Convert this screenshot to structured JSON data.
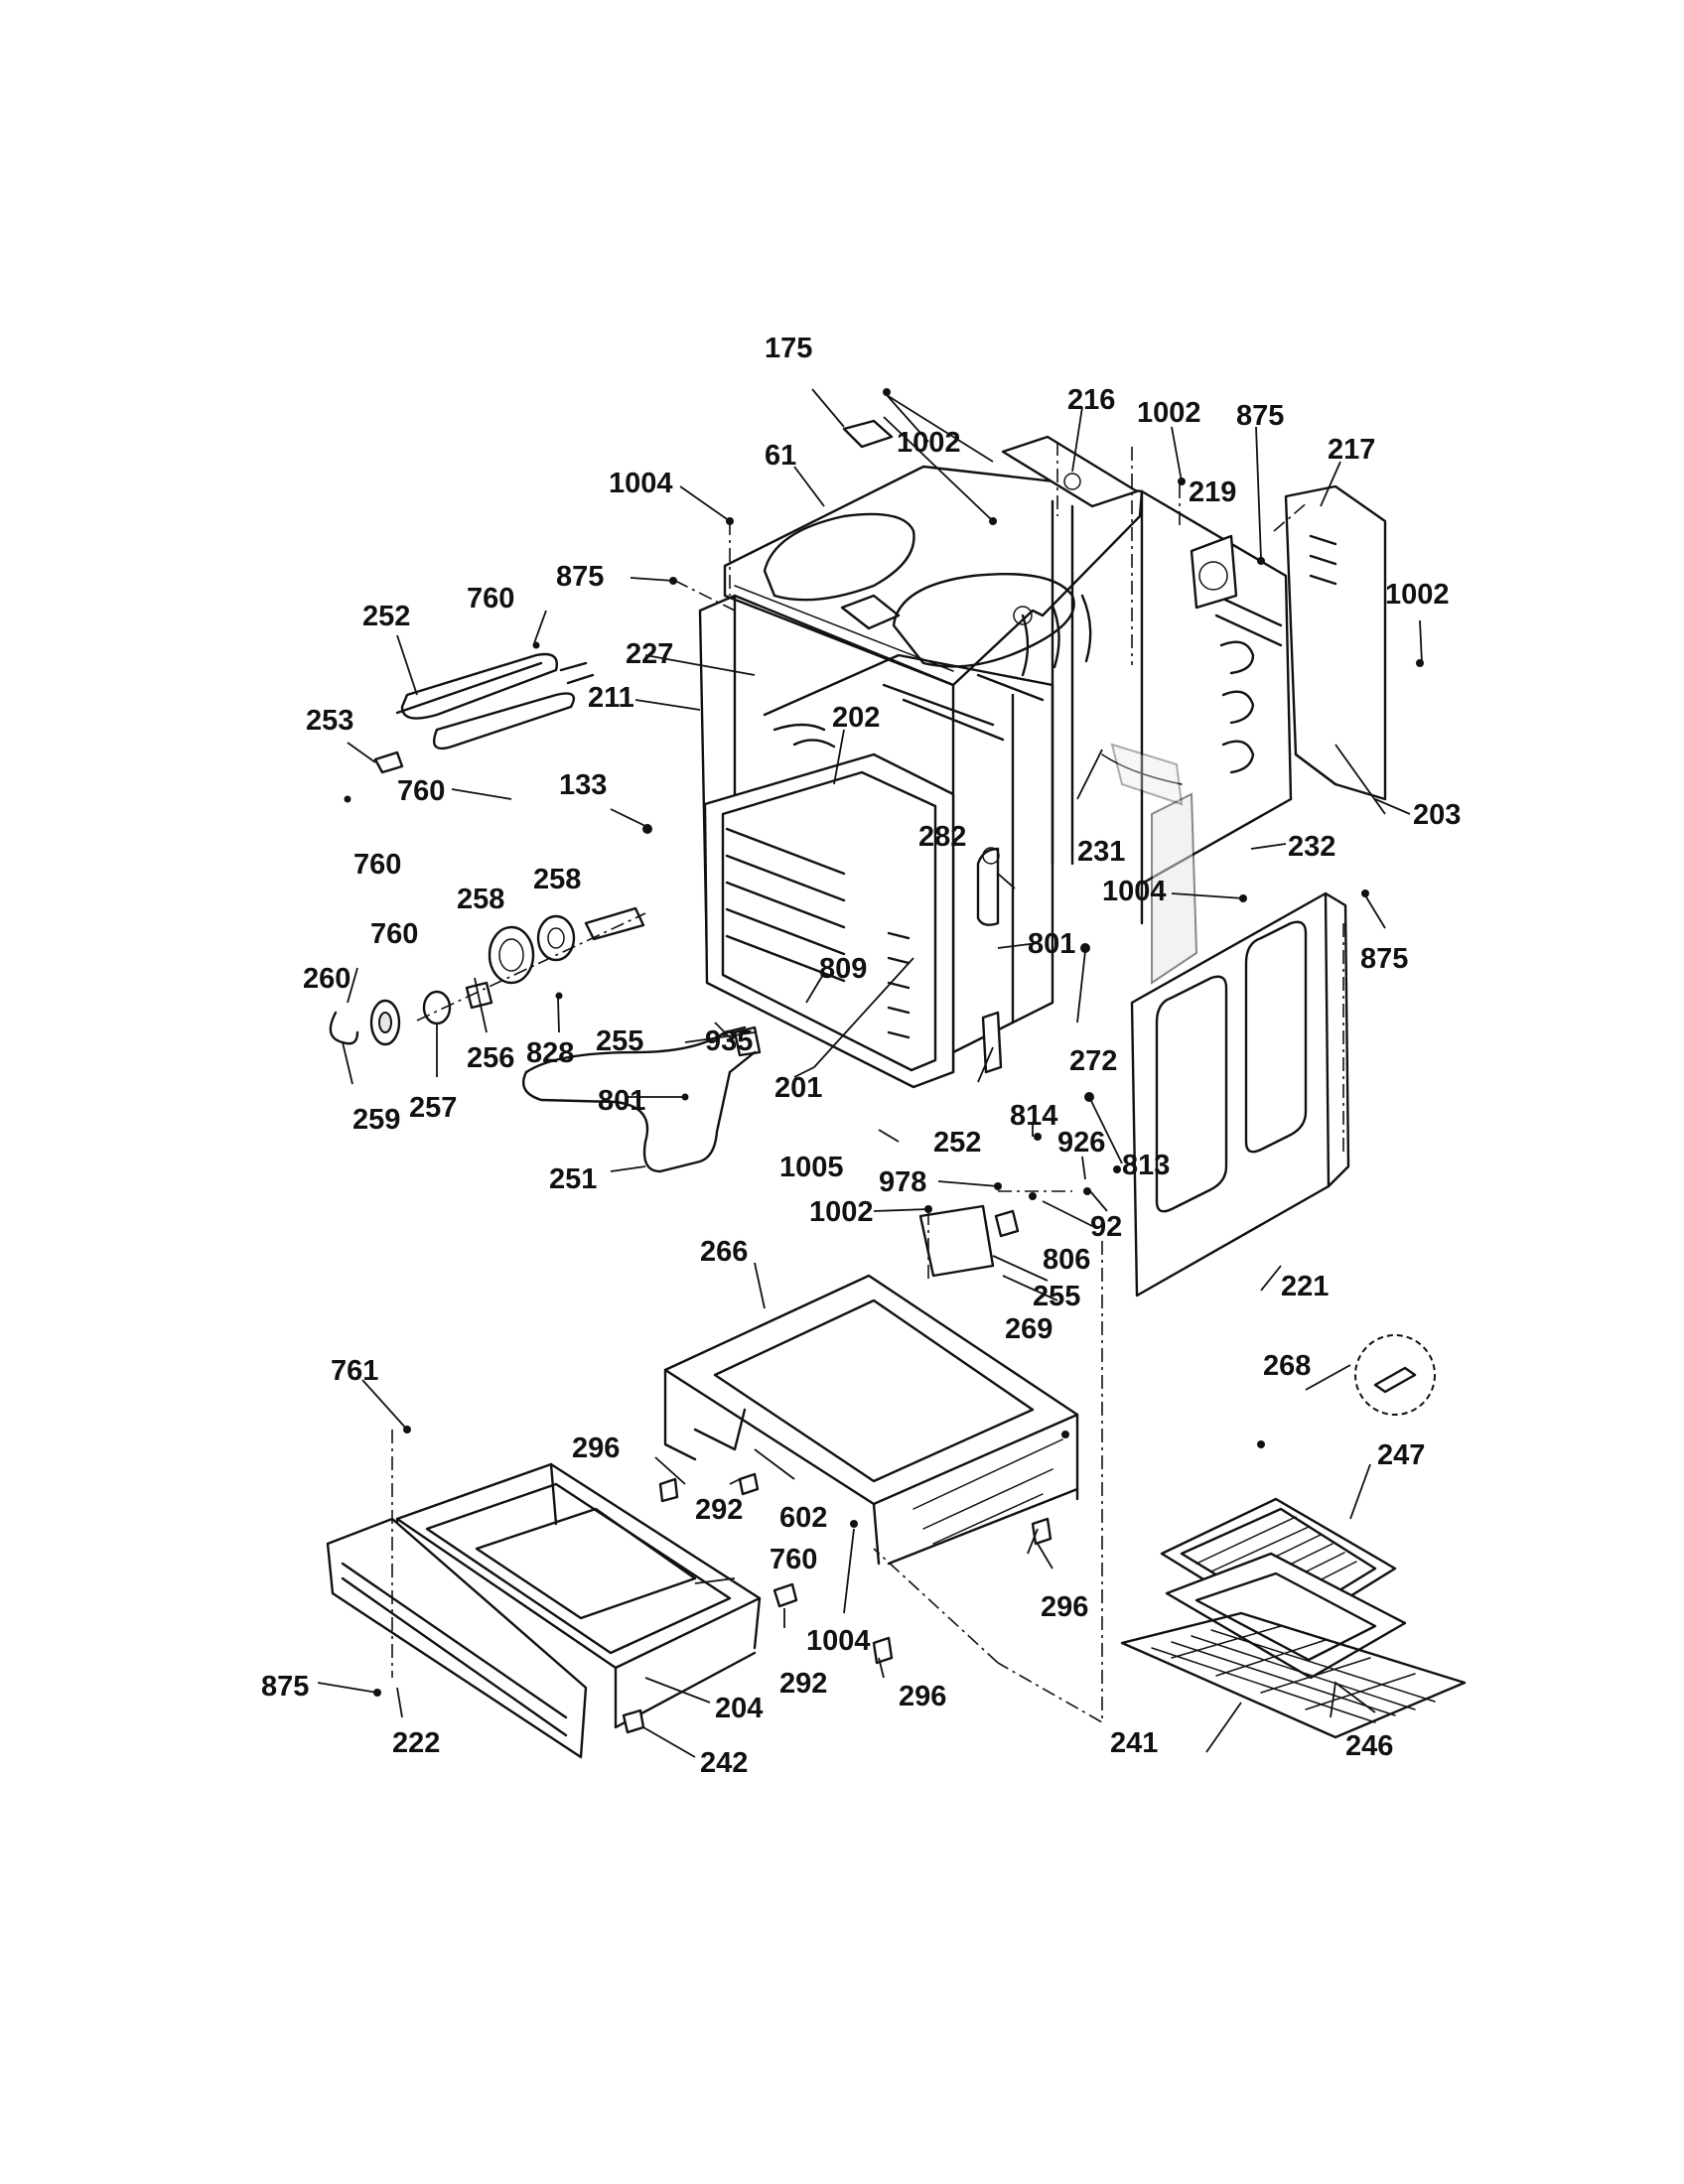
{
  "labels": {
    "l175": "175",
    "l1002a": "1002",
    "l216": "216",
    "l1002b": "1002",
    "l875a": "875",
    "l217": "217",
    "l61": "61",
    "l1004a": "1004",
    "l219": "219",
    "l1002c": "1002",
    "l875b": "875",
    "l760a": "760",
    "l252a": "252",
    "l227": "227",
    "l211": "211",
    "l202": "202",
    "l253": "253",
    "l760b": "760",
    "l133": "133",
    "l760c": "760",
    "l231": "231",
    "l203": "203",
    "l232": "232",
    "l282": "282",
    "l1004b": "1004",
    "l258a": "258",
    "l258b": "258",
    "l760d": "760",
    "l801a": "801",
    "l875c": "875",
    "l260": "260",
    "l809": "809",
    "l828": "828",
    "l256": "256",
    "l255a": "255",
    "l935": "935",
    "l272": "272",
    "l259": "259",
    "l257": "257",
    "l801b": "801",
    "l201": "201",
    "l814": "814",
    "l926": "926",
    "l252b": "252",
    "l1005": "1005",
    "l813": "813",
    "l251": "251",
    "l978": "978",
    "l1002d": "1002",
    "l92": "92",
    "l806": "806",
    "l266": "266",
    "l255b": "255",
    "l221": "221",
    "l269": "269",
    "l268": "268",
    "l761": "761",
    "l247": "247",
    "l296a": "296",
    "l292a": "292",
    "l602": "602",
    "l760e": "760",
    "l1004c": "1004",
    "l296b": "296",
    "l292b": "292",
    "l875d": "875",
    "l204": "204",
    "l296c": "296",
    "l222": "222",
    "l242": "242",
    "l241": "241",
    "l246": "246"
  }
}
